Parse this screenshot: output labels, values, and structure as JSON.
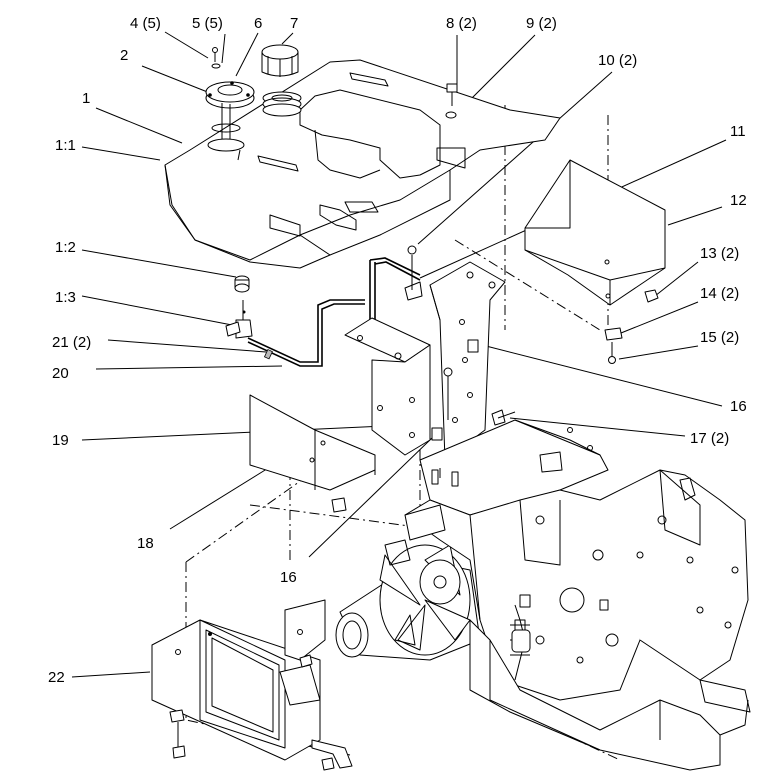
{
  "diagram": {
    "callouts": [
      {
        "id": "c4",
        "text": "4 (5)"
      },
      {
        "id": "c5",
        "text": "5 (5)"
      },
      {
        "id": "c6",
        "text": "6"
      },
      {
        "id": "c7",
        "text": "7"
      },
      {
        "id": "c2",
        "text": "2"
      },
      {
        "id": "c1",
        "text": "1"
      },
      {
        "id": "c1_1",
        "text": "1:1"
      },
      {
        "id": "c8",
        "text": "8 (2)"
      },
      {
        "id": "c9",
        "text": "9 (2)"
      },
      {
        "id": "c10",
        "text": "10 (2)"
      },
      {
        "id": "c11",
        "text": "11"
      },
      {
        "id": "c12",
        "text": "12"
      },
      {
        "id": "c1_2",
        "text": "1:2"
      },
      {
        "id": "c13",
        "text": "13 (2)"
      },
      {
        "id": "c14",
        "text": "14 (2)"
      },
      {
        "id": "c1_3",
        "text": "1:3"
      },
      {
        "id": "c15",
        "text": "15 (2)"
      },
      {
        "id": "c21",
        "text": "21 (2)"
      },
      {
        "id": "c20",
        "text": "20"
      },
      {
        "id": "c16a",
        "text": "16"
      },
      {
        "id": "c19",
        "text": "19"
      },
      {
        "id": "c17",
        "text": "17 (2)"
      },
      {
        "id": "c18",
        "text": "18"
      },
      {
        "id": "c16b",
        "text": "16"
      },
      {
        "id": "c22",
        "text": "22"
      }
    ],
    "colors": {
      "ink": "#000000",
      "paper": "#ffffff",
      "shade": "#bbbbbb"
    }
  }
}
